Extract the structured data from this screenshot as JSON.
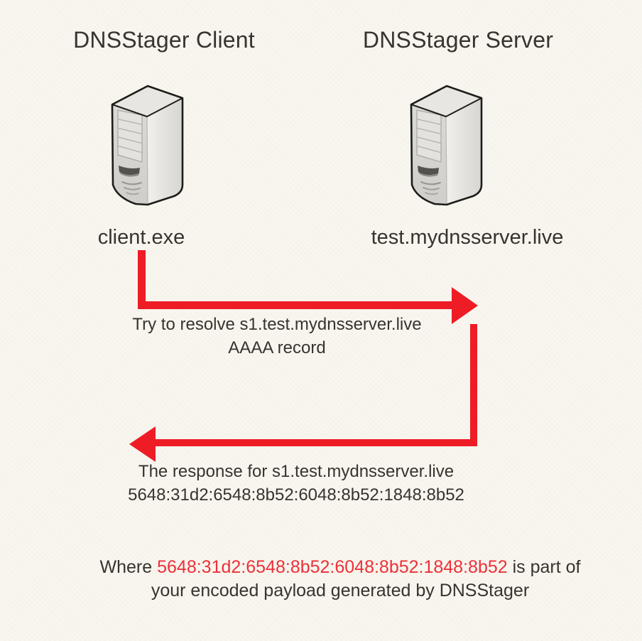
{
  "page": {
    "colors": {
      "bg": "#f8f6ef",
      "text": "#37332e",
      "accent_red": "#ee1c24",
      "highlight_red": "#ed3038"
    }
  },
  "client": {
    "title": "DNSStager Client",
    "label": "client.exe",
    "icon": "server-tower-icon"
  },
  "server": {
    "title": "DNSStager Server",
    "label": "test.mydnsserver.live",
    "icon": "server-tower-icon"
  },
  "request": {
    "line1": "Try to resolve s1.test.mydnsserver.live",
    "line2": "AAAA record"
  },
  "response": {
    "line1": "The response for s1.test.mydnsserver.live",
    "line2": "5648:31d2:6548:8b52:6048:8b52:1848:8b52"
  },
  "note": {
    "prefix": "Where ",
    "highlight": "5648:31d2:6548:8b52:6048:8b52:1848:8b52",
    "suffix": " is part of",
    "line2": "your encoded payload generated by DNSStager"
  }
}
